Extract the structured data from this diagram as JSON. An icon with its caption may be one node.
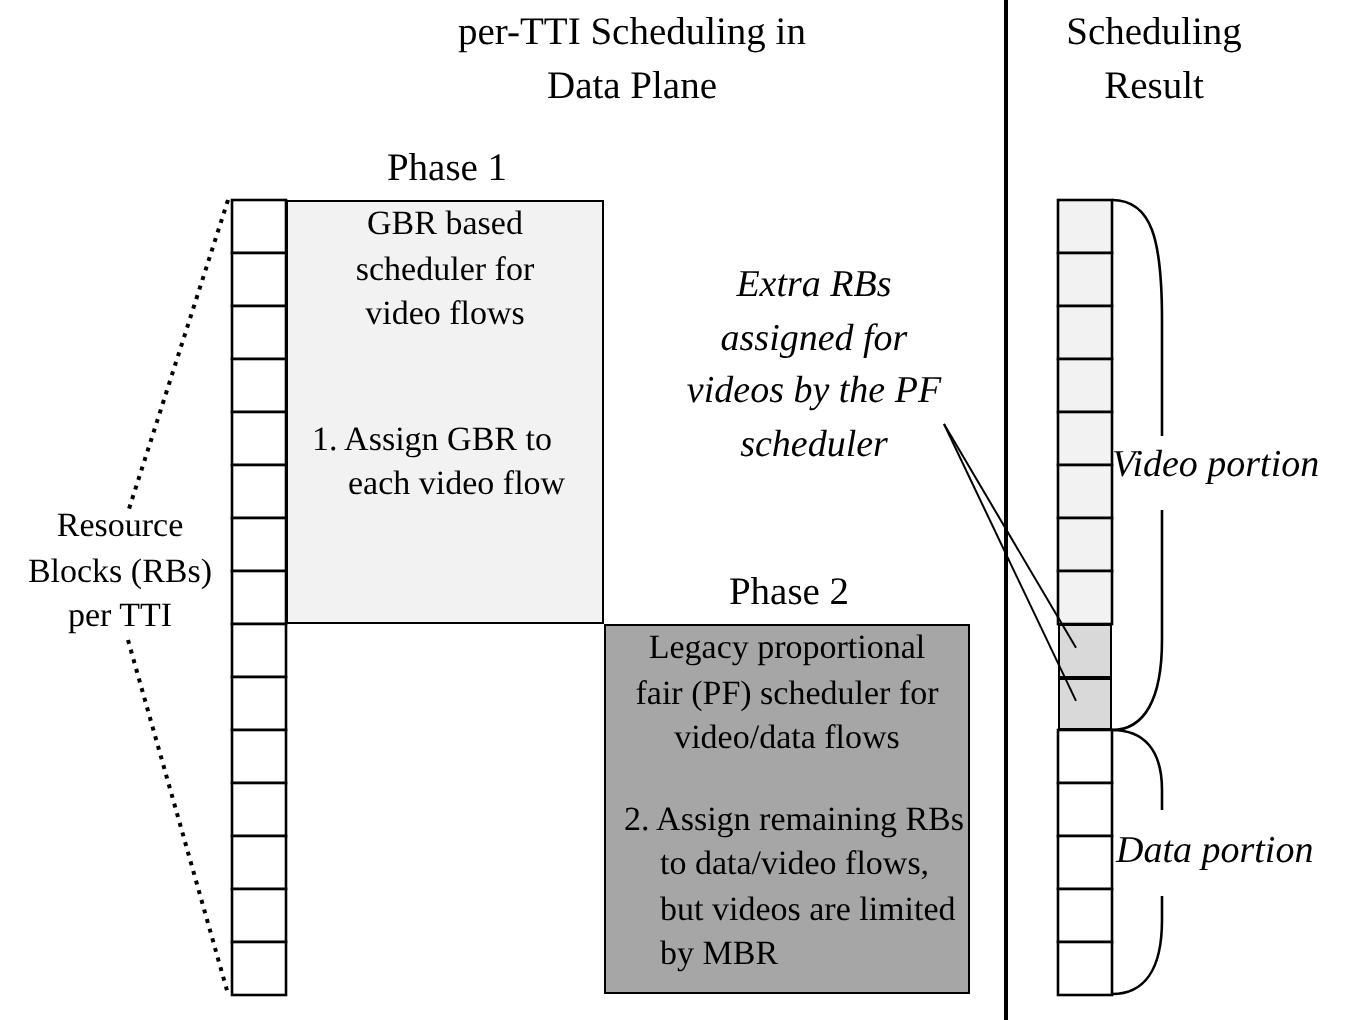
{
  "diagram": {
    "nodes": [
      {
        "text": [
          "Phase 1",
          "GBR based scheduler for video flows",
          "1. Assign GBR to each video flow"
        ]
      },
      {
        "text": [
          "Phase 2",
          "Legacy proportional fair (PF) scheduler for video/data flows",
          "2. Assign remaining RBs to data/video flows, but videos are limited by MBR"
        ]
      },
      {
        "text": [
          "Extra RBs assigned for videos by the PF scheduler"
        ]
      },
      {
        "text": [],
        "shape": "box"
      },
      {
        "text": [],
        "shape": "box"
      }
    ],
    "edges": [
      {
        "from": 2,
        "to": 3,
        "arrow": "none"
      },
      {
        "from": 2,
        "to": 4,
        "arrow": "none"
      }
    ],
    "labels": [
      "per-TTI Scheduling in Data Plane",
      "Scheduling Result",
      "Resource Blocks (RBs) per TTI",
      "Video portion",
      "Data portion"
    ]
  }
}
